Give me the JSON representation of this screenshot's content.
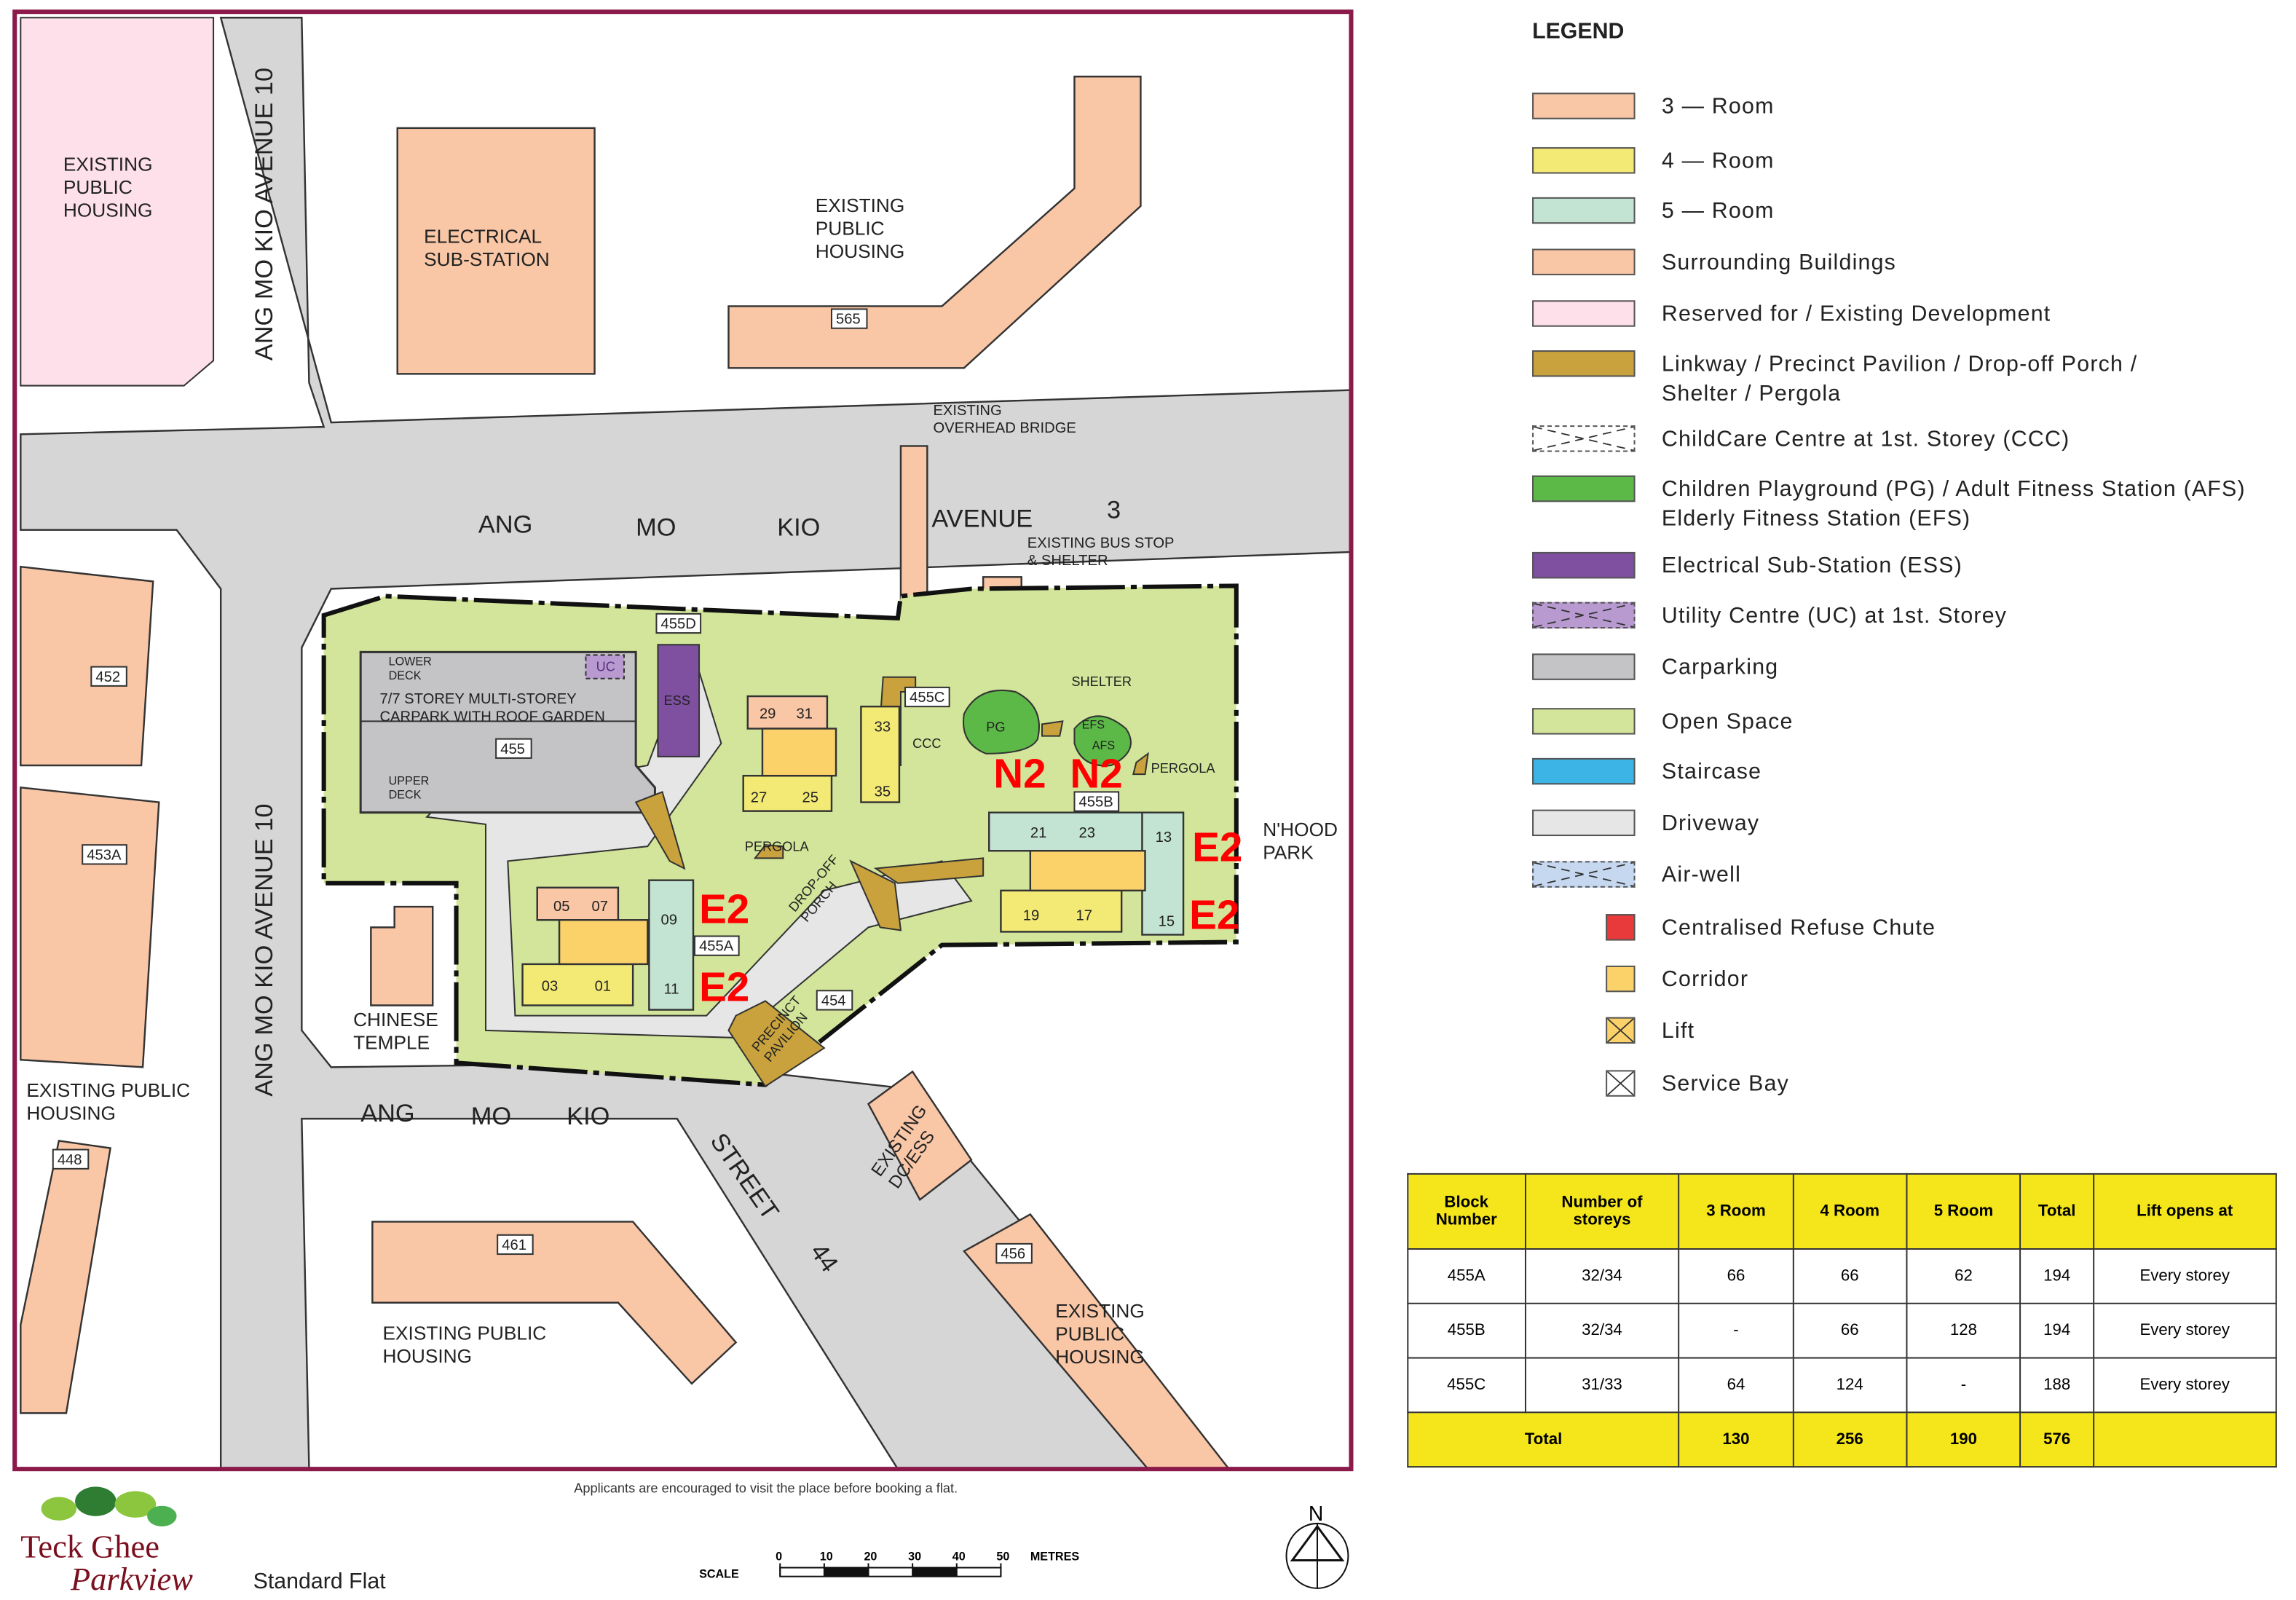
{
  "map": {
    "roads": {
      "ave10_top": "ANG MO KIO AVENUE 10",
      "ave10_mid": "ANG MO KIO AVENUE 10",
      "ave3": [
        "ANG",
        "MO",
        "KIO",
        "AVENUE",
        "3"
      ],
      "street44": [
        "ANG",
        "MO",
        "KIO",
        "STREET",
        "44"
      ]
    },
    "labels": {
      "existing_housing_pink": "EXISTING\nPUBLIC\nHOUSING",
      "substation": "ELECTRICAL\nSUB-STATION",
      "existing_565": "EXISTING\nPUBLIC\nHOUSING",
      "overhead_bridge": "EXISTING\nOVERHEAD BRIDGE",
      "bus_stop": "EXISTING BUS STOP\n& SHELTER",
      "carpark": "7/7 STOREY MULTI-STOREY\nCARPARK WITH ROOF GARDEN",
      "lower_deck": "LOWER\nDECK",
      "upper_deck": "UPPER\nDECK",
      "uc": "UC",
      "ess": "ESS",
      "pergola1": "PERGOLA",
      "pergola2": "PERGOLA",
      "shelter": "SHELTER",
      "pg": "PG",
      "efs": "EFS",
      "afs": "AFS",
      "ccc1": "CCC",
      "drop_off": "DROP-OFF\nPORCH",
      "precinct": "PRECINCT\nPAVILION",
      "nhood_park": "N'HOOD\nPARK",
      "chinese_temple": "CHINESE\nTEMPLE",
      "existing_left": "EXISTING PUBLIC\nHOUSING",
      "existing_461": "EXISTING PUBLIC\nHOUSING",
      "existing_456": "EXISTING\nPUBLIC\nHOUSING",
      "dc_ess": "EXISTING\nDC/ESS"
    },
    "block_tags": [
      "565",
      "452",
      "453A",
      "448",
      "461",
      "456",
      "455D",
      "455",
      "455C",
      "455B",
      "455A",
      "454"
    ],
    "units": [
      "29",
      "31",
      "33",
      "35",
      "27",
      "25",
      "21",
      "23",
      "13",
      "15",
      "19",
      "17",
      "05",
      "07",
      "09",
      "11",
      "03",
      "01"
    ],
    "markers": [
      "N2",
      "N2",
      "E2",
      "E2",
      "E2",
      "E2"
    ]
  },
  "legend": {
    "title": "LEGEND",
    "items": [
      {
        "label": "3 — Room",
        "color": "#f9c6a6"
      },
      {
        "label": "4 — Room",
        "color": "#f3ea75"
      },
      {
        "label": "5 — Room",
        "color": "#c3e4d3"
      },
      {
        "label": "Surrounding Buildings",
        "color": "#f9c6a6"
      },
      {
        "label": "Reserved for / Existing Development",
        "color": "#fde0ea"
      },
      {
        "label": "Linkway / Precinct Pavilion / Drop-off Porch /\nShelter / Pergola",
        "color": "#c9a23d"
      },
      {
        "label": "ChildCare Centre at 1st. Storey (CCC)",
        "color": "#ffffff"
      },
      {
        "label": "Children Playground (PG) / Adult Fitness Station (AFS)\nElderly Fitness Station (EFS)",
        "color": "#5cb947"
      },
      {
        "label": "Electrical Sub-Station (ESS)",
        "color": "#7f4fa0"
      },
      {
        "label": "Utility Centre (UC) at 1st. Storey",
        "color": "#b89ad0"
      },
      {
        "label": "Carparking",
        "color": "#c4c4c6"
      },
      {
        "label": "Open Space",
        "color": "#d2e59a"
      },
      {
        "label": "Staircase",
        "color": "#3cb4e5"
      },
      {
        "label": "Driveway",
        "color": "#e6e6e6"
      },
      {
        "label": "Air-well",
        "color": "#c6d8f0"
      },
      {
        "label": "Centralised Refuse Chute",
        "color": "#e83a3a"
      },
      {
        "label": "Corridor",
        "color": "#fbd26a"
      },
      {
        "label": "Lift",
        "color": "#fbd26a"
      },
      {
        "label": "Service Bay",
        "color": "#ffffff"
      }
    ]
  },
  "table": {
    "headers": [
      "Block\nNumber",
      "Number of\nstoreys",
      "3 Room",
      "4 Room",
      "5 Room",
      "Total",
      "Lift opens at"
    ],
    "rows": [
      [
        "455A",
        "32/34",
        "66",
        "66",
        "62",
        "194",
        "Every storey"
      ],
      [
        "455B",
        "32/34",
        "-",
        "66",
        "128",
        "194",
        "Every storey"
      ],
      [
        "455C",
        "31/33",
        "64",
        "124",
        "-",
        "188",
        "Every storey"
      ]
    ],
    "total": {
      "label": "Total",
      "r3": "130",
      "r4": "256",
      "r5": "190",
      "total": "576"
    }
  },
  "footer": {
    "note": "Applicants are encouraged to visit the place before booking a flat.",
    "logo_line1": "Teck Ghee",
    "logo_line2": "Parkview",
    "flat_type": "Standard Flat",
    "scale_label": "SCALE",
    "scale_ticks": [
      "0",
      "10",
      "20",
      "30",
      "40",
      "50"
    ],
    "scale_unit": "METRES",
    "north": "N"
  }
}
